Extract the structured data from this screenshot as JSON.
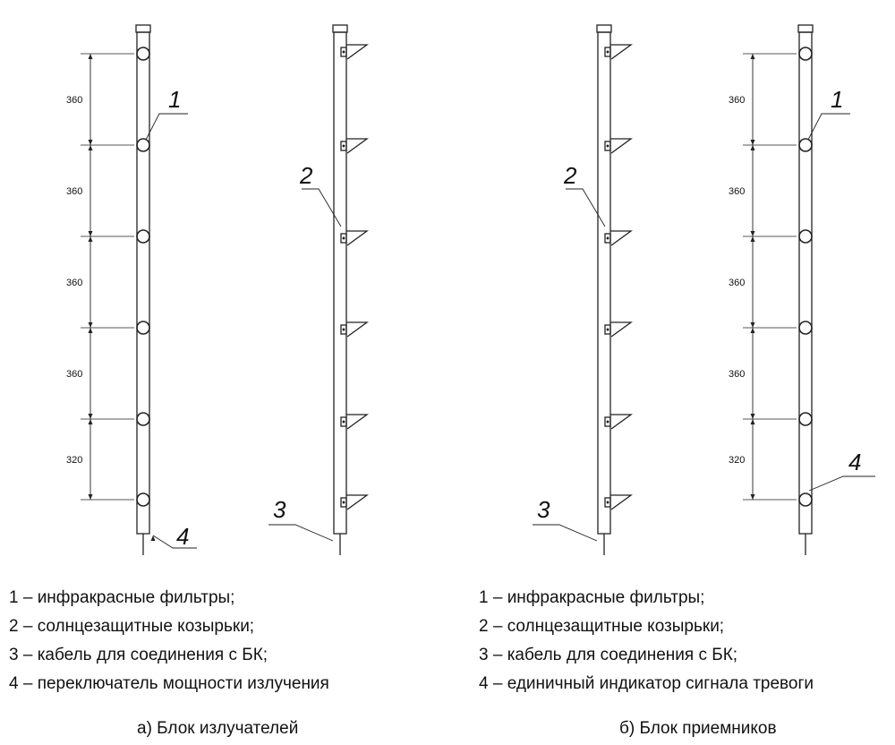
{
  "left_block": {
    "dimensions": [
      "360",
      "360",
      "360",
      "360",
      "320"
    ],
    "callouts": {
      "filter": "1",
      "visor": "2",
      "cable": "3",
      "switch": "4"
    },
    "legend": [
      "1 – инфракрасные фильтры;",
      "2 – солнцезащитные козырьки;",
      "3 – кабель для соединения с БК;",
      "4 – переключатель мощности излучения"
    ],
    "caption": "а) Блок излучателей"
  },
  "right_block": {
    "dimensions": [
      "360",
      "360",
      "360",
      "360",
      "320"
    ],
    "callouts": {
      "filter": "1",
      "visor": "2",
      "cable": "3",
      "indicator": "4"
    },
    "legend": [
      "1 – инфракрасные фильтры;",
      "2 – солнцезащитные козырьки;",
      "3 – кабель для соединения с БК;",
      "4 – единичный индикатор сигнала тревоги"
    ],
    "caption": "б) Блок приемников"
  }
}
